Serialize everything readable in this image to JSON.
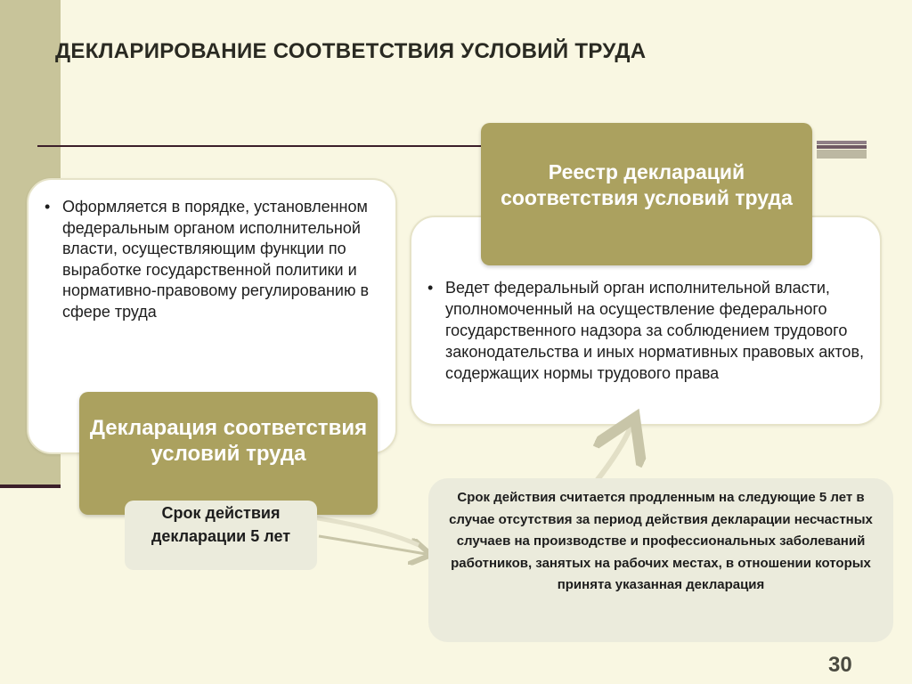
{
  "title": "ДЕКЛАРИРОВАНИЕ СООТВЕТСТВИЯ УСЛОВИЙ ТРУДА",
  "left_box": {
    "bullet": "•",
    "text": "Оформляется в порядке, установленном федеральным органом исполнительной власти, осуществляющим функции по выработке государственной политики и нормативно-правовому регулированию в сфере труда"
  },
  "registry_box": {
    "text": "Реестр деклараций соответствия условий труда"
  },
  "right_box": {
    "bullet": "•",
    "text": "Ведет федеральный орган исполнительной власти, уполномоченный на осуществление федерального государственного надзора за соблюдением трудового законодательства и иных нормативных правовых актов, содержащих нормы трудового права"
  },
  "declaration_box": {
    "text": "Декларация соответствия условий труда"
  },
  "term_box": {
    "text": "Срок действия декларации 5 лет"
  },
  "extension_box": {
    "text": "Срок действия считается продленным на следующие     5 лет в случае отсутствия за период действия декларации несчастных случаев на производстве и профессиональных заболеваний работников, занятых на рабочих местах, в отношении которых принята указанная декларация"
  },
  "page_number": "30",
  "colors": {
    "olive": "#aba15f",
    "sidebar": "#c8c49a",
    "background": "#f9f7e2",
    "light_box": "#ebebdc",
    "dark_line": "#3c1f2a"
  }
}
